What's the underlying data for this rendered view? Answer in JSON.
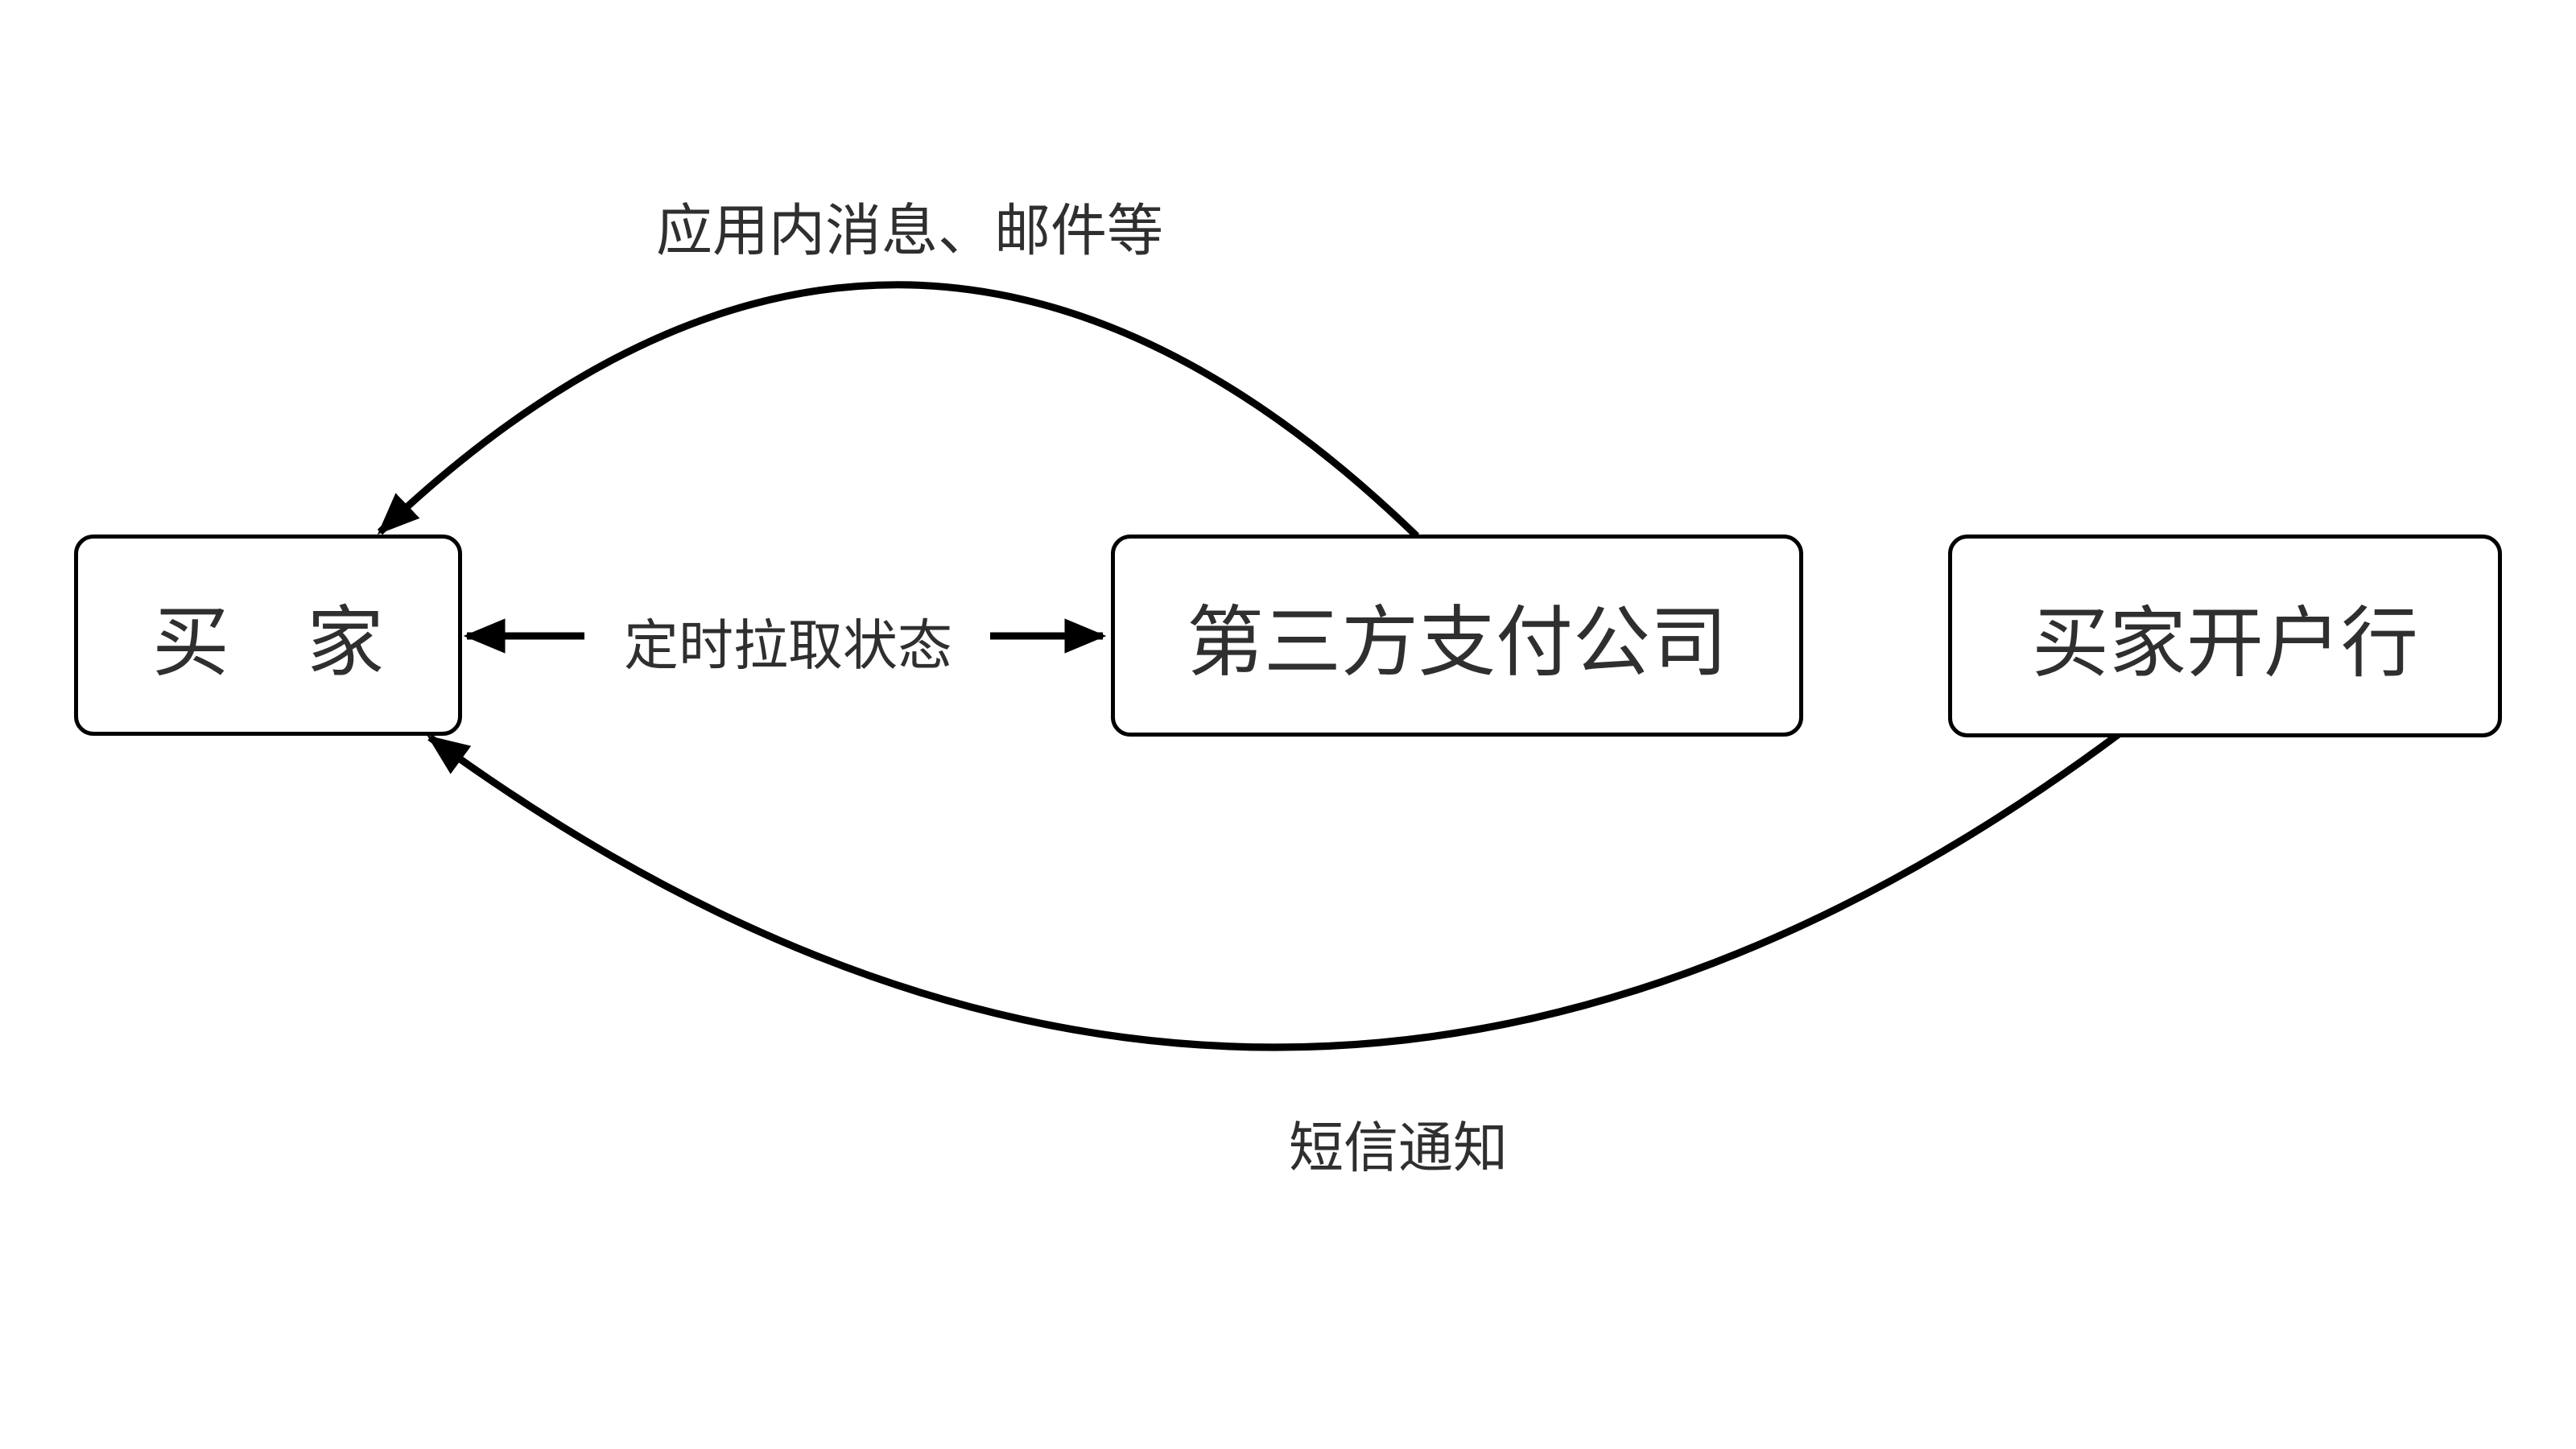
{
  "diagram": {
    "colors": {
      "background": "#ffffff",
      "line": "#000000",
      "node_fill": "#ffffff",
      "node_border": "#000000",
      "text": "#2f2f2f"
    },
    "nodes": [
      {
        "id": "buyer",
        "label": "买　家"
      },
      {
        "id": "third-party-payment",
        "label": "第三方支付公司"
      },
      {
        "id": "buyer-bank",
        "label": "买家开户行"
      }
    ],
    "edges": [
      {
        "id": "in-app-message",
        "label": "应用内消息、邮件等",
        "from": "third-party-payment",
        "to": "buyer",
        "direction": "one-way",
        "shape": "arc-top"
      },
      {
        "id": "poll-status",
        "label": "定时拉取状态",
        "from": "buyer",
        "to": "third-party-payment",
        "direction": "two-way",
        "shape": "straight"
      },
      {
        "id": "sms-notify",
        "label": "短信通知",
        "from": "buyer-bank",
        "to": "buyer",
        "direction": "one-way",
        "shape": "arc-bottom"
      }
    ]
  }
}
